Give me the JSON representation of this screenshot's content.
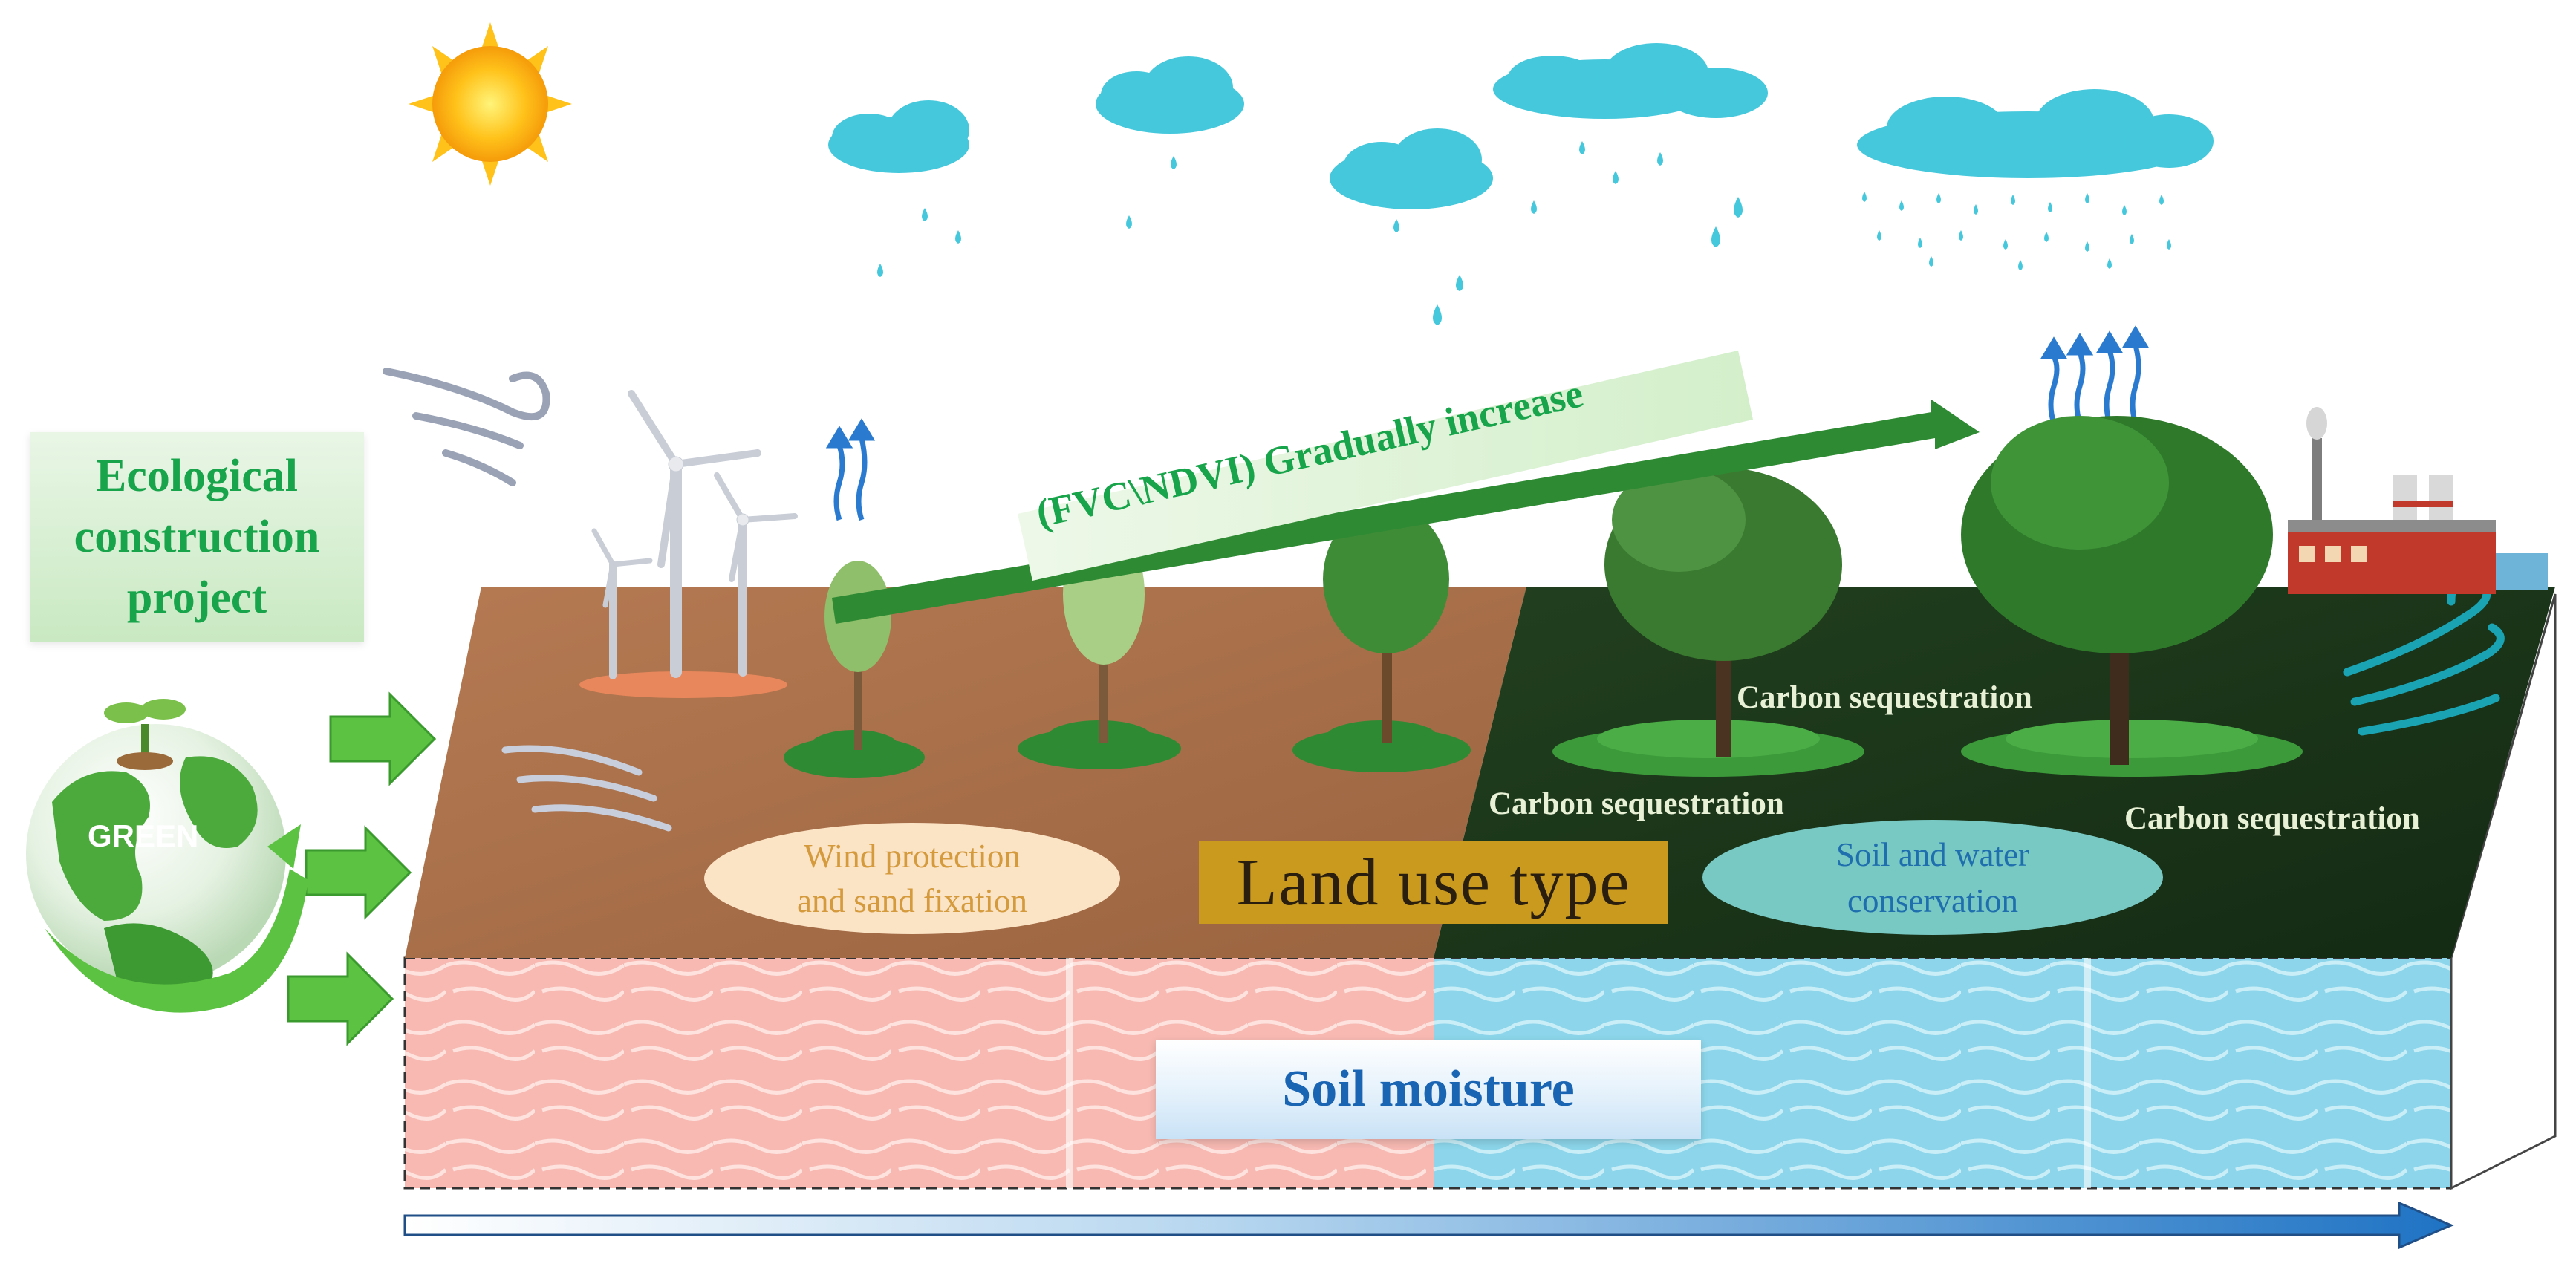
{
  "labels": {
    "eco_project": "Ecological\nconstruction\nproject",
    "green": "GREEN",
    "fvc_trend": "(FVC\\NDVI) Gradually increase",
    "wind_protection": "Wind protection\nand sand fixation",
    "land_use": "Land use type",
    "soil_water": "Soil and water\nconservation",
    "soil_moisture": "Soil moisture",
    "carbon_top": "Carbon sequestration",
    "carbon_mid": "Carbon sequestration",
    "carbon_right": "Carbon sequestration"
  },
  "icons": [
    "sun-icon",
    "rain-cloud-icon",
    "wind-icon",
    "wind-turbine-icon",
    "evaporation-arrows-icon",
    "tree-icon",
    "shrub-icon",
    "factory-icon",
    "globe-icon",
    "arrow-right-icon"
  ],
  "colors": {
    "desert": "#a66e48",
    "forest": "#1d3a1c",
    "soil_dry": "#f5b6b0",
    "soil_wet": "#8fd6ec",
    "accent_green": "#18a44a",
    "moisture_blue": "#1a64b4",
    "cloud": "#45c8dc"
  }
}
